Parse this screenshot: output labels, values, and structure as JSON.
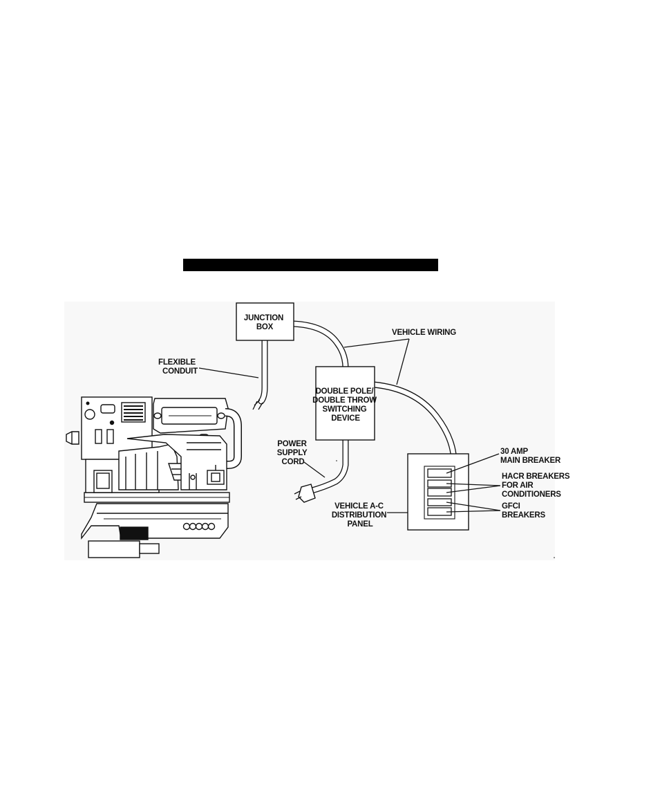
{
  "title_bar": {
    "color": "#000000"
  },
  "labels": {
    "junction_box": [
      "JUNCTION",
      "BOX"
    ],
    "vehicle_wiring": [
      "VEHICLE WIRING"
    ],
    "flexible_conduit": [
      "FLEXIBLE",
      "CONDUIT"
    ],
    "switching_device": [
      "DOUBLE POLE/",
      "DOUBLE THROW",
      "SWITCHING",
      "DEVICE"
    ],
    "power_supply_cord": [
      "POWER",
      "SUPPLY",
      "CORD"
    ],
    "main_breaker": [
      "30 AMP",
      "MAIN BREAKER"
    ],
    "hacr_breakers": [
      "HACR BREAKERS",
      "FOR AIR",
      "CONDITIONERS"
    ],
    "distribution_panel": [
      "VEHICLE A-C",
      "DISTRIBUTION",
      "PANEL"
    ],
    "gfci_breakers": [
      "GFCI",
      "BREAKERS"
    ]
  },
  "colors": {
    "ink": "#111111",
    "background": "#ffffff",
    "figure_bg": "#f8f8f8"
  }
}
